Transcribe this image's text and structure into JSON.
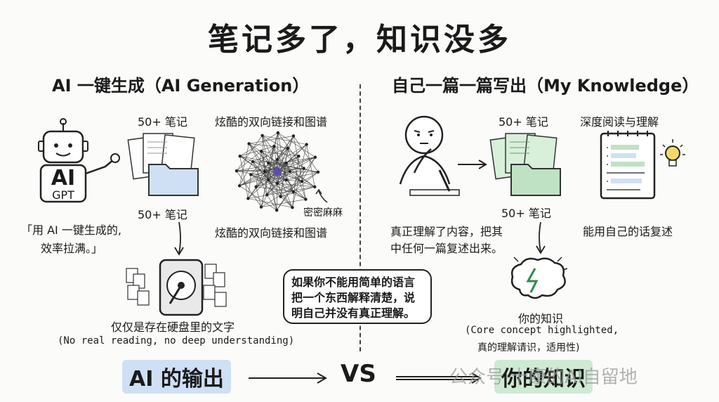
{
  "title": "笔记多了，知识没多",
  "left": {
    "heading": "AI 一键生成（AI Generation）",
    "robot_ai": "AI",
    "robot_gpt": "GPT",
    "notes_label_top": "50+ 笔记",
    "graph_label_top": "炫酷的双向链接和图谱",
    "dense_label": "密密麻麻",
    "notes_label_bottom": "50+ 笔记",
    "graph_label_bottom": "炫酷的双向链接和图谱",
    "quote_line1": "「用 AI 一键生成的,",
    "quote_line2": "效率拉满。」",
    "disk_label": "仅仅是存在硬盘里的文字",
    "disk_sublabel": "(No real reading, no deep understanding)"
  },
  "right": {
    "heading": "自己一篇一篇写出（My Knowledge）",
    "notes_label_top": "50+ 笔记",
    "reading_label": "深度阅读与理解",
    "notes_label_bottom": "50+ 笔记",
    "understand_line1": "真正理解了内容，把其",
    "understand_line2": "中任何一篇复述出来。",
    "retell_label": "能用自己的话复述",
    "knowledge_label": "你的知识",
    "knowledge_sub1": "(Core concept highlighted,",
    "knowledge_sub2": "真的理解请识，适用性)"
  },
  "callout": {
    "line1": "如果你不能用简单的语言",
    "line2": "把一个东西解释清楚，说",
    "line3": "明自己并没有真正理解。"
  },
  "bottom": {
    "ai_output": "AI 的输出",
    "vs": "VS",
    "your_knowledge": "你的知识"
  },
  "watermark": "公众号·十康的AI自留地",
  "colors": {
    "blue_accent": "#cfe0f5",
    "green_accent": "#cfead3",
    "node_purple": "#5a4ea8"
  }
}
